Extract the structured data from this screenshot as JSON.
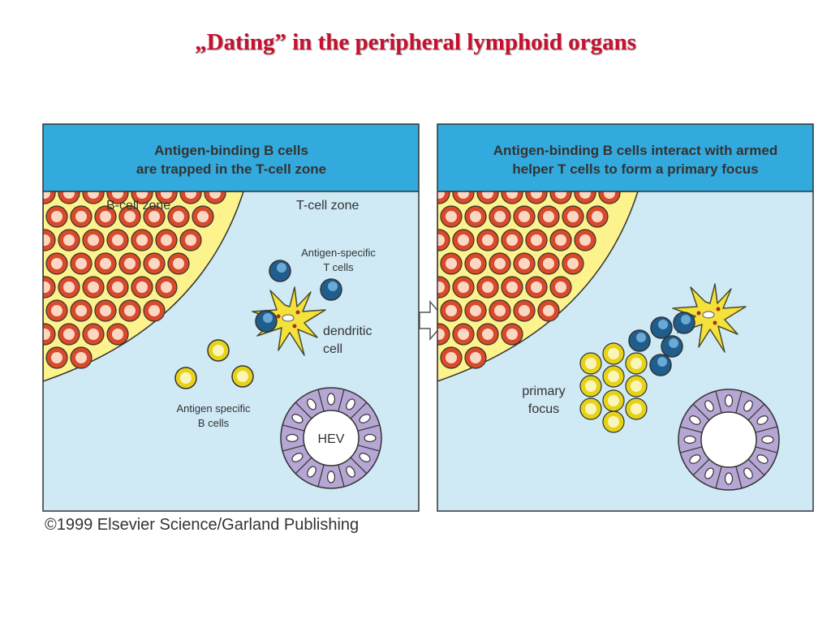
{
  "title": "„Dating” in the peripheral lymphoid organs",
  "left_panel": {
    "header_line1": "Antigen-binding  B  cells",
    "header_line2": "are  trapped  in  the  T-cell  zone",
    "bcell_zone": "B-cell  zone",
    "tcell_zone": "T-cell  zone",
    "antigen_t_line1": "Antigen-specific",
    "antigen_t_line2": "T  cells",
    "dendritic_line1": "dendritic",
    "dendritic_line2": "cell",
    "antigen_b_line1": "Antigen  specific",
    "antigen_b_line2": "B  cells",
    "hev": "HEV"
  },
  "right_panel": {
    "header_line1": "Antigen-binding  B  cells  interact  with  armed",
    "header_line2": "helper  T  cells  to  form  a  primary  focus",
    "primary_line1": "primary",
    "primary_line2": "focus"
  },
  "credit": "©1999 Elsevier Science/Garland Publishing",
  "colors": {
    "title": "#c8102e",
    "header_bg": "#33aadd",
    "tzone_bg": "#cfe9f5",
    "bzone_bg": "#fdf38c",
    "bcell_red": "#d94a2a",
    "bcell_yellow": "#e6d319",
    "tcell_blue": "#1f5e8c",
    "dendritic": "#f4e13a",
    "hev_ring": "#b6a6d4"
  },
  "icons": [
    "b-cell-icon",
    "t-cell-icon",
    "dendritic-cell-icon",
    "hev-vessel-icon",
    "arrow-right-icon"
  ]
}
